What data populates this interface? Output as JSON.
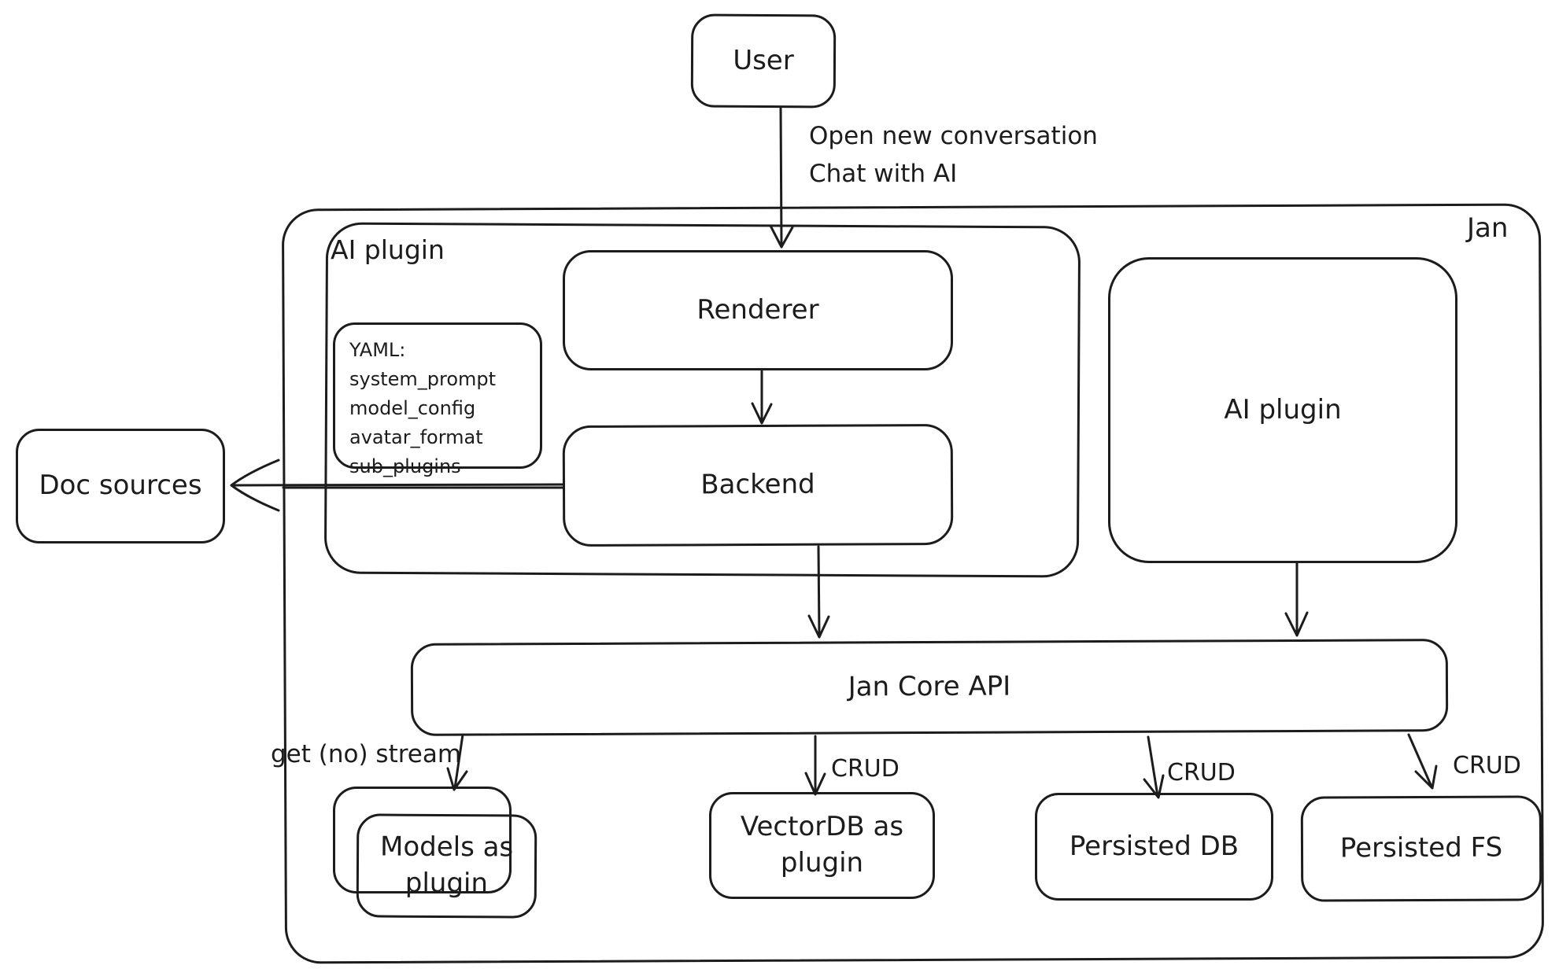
{
  "diagram": {
    "system_label": "Jan",
    "nodes": {
      "user": {
        "label": "User"
      },
      "ai_plugin_container": {
        "label": "AI plugin"
      },
      "renderer": {
        "label": "Renderer"
      },
      "backend": {
        "label": "Backend"
      },
      "yaml_note": {
        "lines": [
          "YAML:",
          "system_prompt",
          "model_config",
          "avatar_format",
          "sub_plugins"
        ]
      },
      "doc_sources": {
        "label": "Doc sources"
      },
      "ai_plugin_right": {
        "label": "AI plugin"
      },
      "jan_core_api": {
        "label": "Jan Core API"
      },
      "models_plugin": {
        "label": "Models as plugin"
      },
      "vectordb_plugin": {
        "label": "VectorDB as plugin"
      },
      "persisted_db": {
        "label": "Persisted DB"
      },
      "persisted_fs": {
        "label": "Persisted FS"
      }
    },
    "edges": {
      "user_to_renderer": {
        "label_line1": "Open new conversation",
        "label_line2": "Chat with AI"
      },
      "jan_core_to_models": {
        "label": "get (no) stream"
      },
      "jan_core_to_vectordb": {
        "label": "CRUD"
      },
      "jan_core_to_persisted_db": {
        "label": "CRUD"
      },
      "jan_core_to_persisted_fs": {
        "label": "CRUD"
      }
    },
    "colors": {
      "stroke": "#1c1c1c",
      "background": "#ffffff"
    }
  }
}
